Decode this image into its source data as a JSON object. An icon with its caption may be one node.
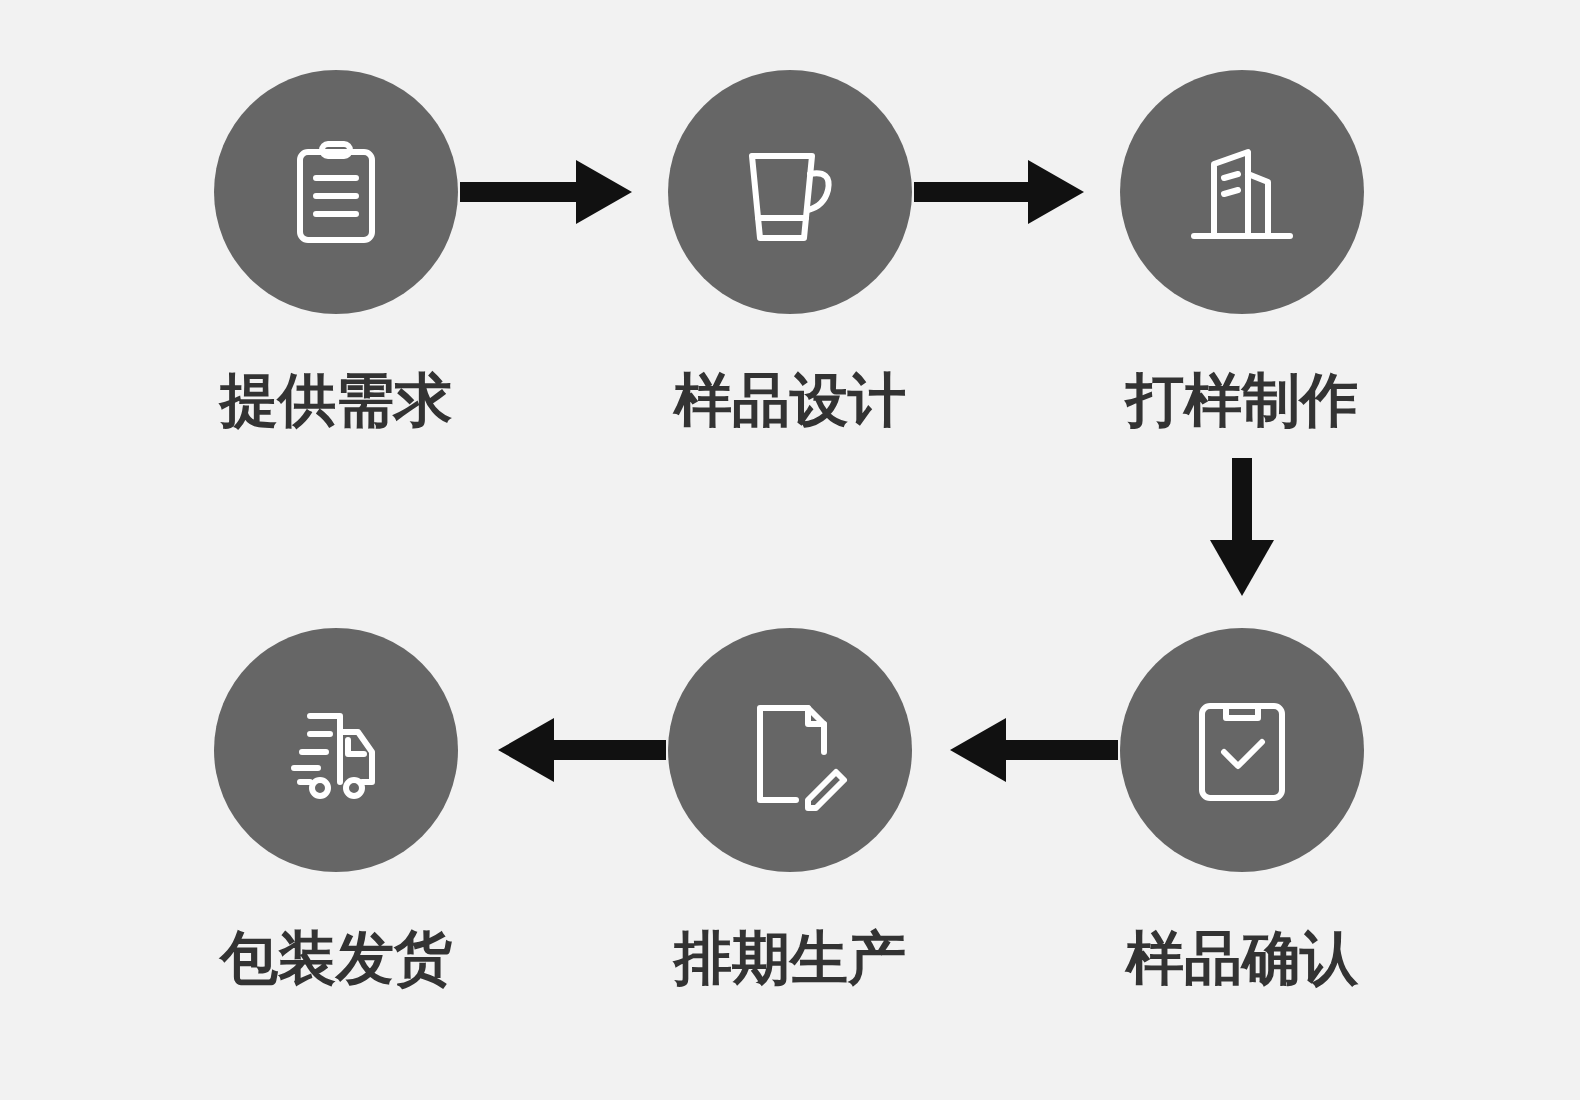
{
  "diagram": {
    "nodes": [
      {
        "text": [
          "提供需求"
        ]
      },
      {
        "text": [
          "样品设计"
        ]
      },
      {
        "text": [
          "打样制作"
        ]
      },
      {
        "text": [
          "包装发货"
        ]
      },
      {
        "text": [
          "排期生产"
        ]
      },
      {
        "text": [
          "样品确认"
        ]
      }
    ],
    "edges": [
      {
        "from": 0,
        "to": 1,
        "arrow": "to"
      },
      {
        "from": 1,
        "to": 2,
        "arrow": "to"
      },
      {
        "from": 2,
        "to": 5,
        "arrow": "to"
      },
      {
        "from": 5,
        "to": 4,
        "arrow": "to"
      },
      {
        "from": 4,
        "to": 3,
        "arrow": "to"
      }
    ]
  }
}
